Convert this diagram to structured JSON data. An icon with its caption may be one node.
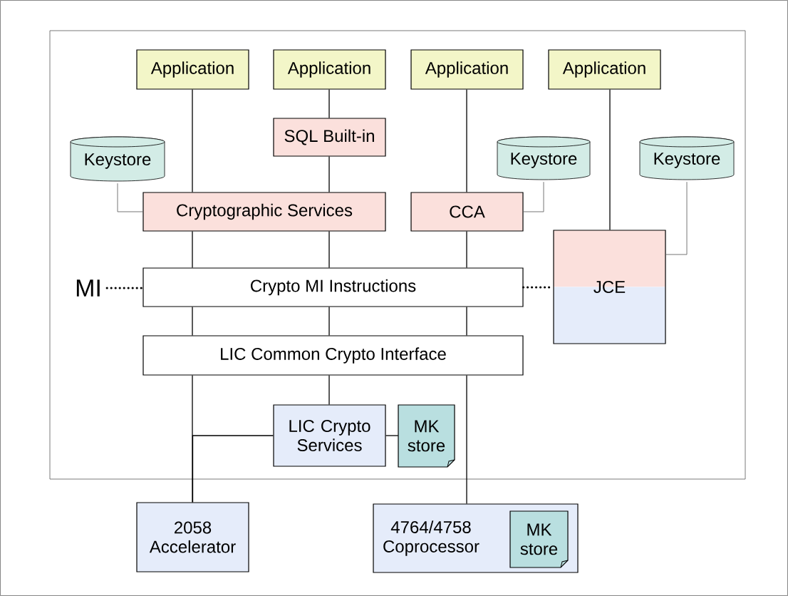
{
  "diagram": {
    "nodes": [
      {
        "text": [
          "Application"
        ]
      },
      {
        "text": [
          "Application"
        ]
      },
      {
        "text": [
          "Application"
        ]
      },
      {
        "text": [
          "Application"
        ]
      },
      {
        "text": [
          "SQL Built-in"
        ]
      },
      {
        "text": [
          "Keystore"
        ]
      },
      {
        "text": [
          "Cryptographic Services"
        ]
      },
      {
        "text": [
          "CCA"
        ]
      },
      {
        "text": [
          "Keystore"
        ]
      },
      {
        "text": [
          "Keystore"
        ]
      },
      {
        "text": [
          "JCE"
        ]
      },
      {
        "text": [
          "MI"
        ]
      },
      {
        "text": [
          "Crypto MI Instructions"
        ]
      },
      {
        "text": [
          "LIC Common Crypto Interface"
        ]
      },
      {
        "text": [
          "LIC Crypto Services"
        ]
      },
      {
        "text": [
          "MK store"
        ]
      },
      {
        "text": [
          "2058 Accelerator"
        ]
      },
      {
        "text": [
          "4764/4758 Coprocessor"
        ]
      },
      {
        "text": [
          "MK store"
        ],
        "in": 17
      }
    ],
    "edges": [
      {
        "from": 0,
        "to": 6,
        "arrow": "none"
      },
      {
        "from": 6,
        "to": 12,
        "arrow": "none"
      },
      {
        "from": 12,
        "to": 13,
        "arrow": "none"
      },
      {
        "from": 13,
        "to": 16,
        "arrow": "none"
      },
      {
        "from": 1,
        "to": 4,
        "arrow": "none"
      },
      {
        "from": 4,
        "to": 6,
        "arrow": "none"
      },
      {
        "from": 6,
        "to": 12,
        "arrow": "none"
      },
      {
        "from": 12,
        "to": 13,
        "arrow": "none"
      },
      {
        "from": 13,
        "to": 14,
        "arrow": "none"
      },
      {
        "from": 2,
        "to": 7,
        "arrow": "none"
      },
      {
        "from": 7,
        "to": 12,
        "arrow": "none"
      },
      {
        "from": 12,
        "to": 13,
        "arrow": "none"
      },
      {
        "from": 13,
        "to": 17,
        "arrow": "none"
      },
      {
        "from": 3,
        "to": 10,
        "arrow": "none"
      },
      {
        "from": 5,
        "to": 6,
        "arrow": "none",
        "color": "#666666"
      },
      {
        "from": 8,
        "to": 7,
        "arrow": "none",
        "color": "#666666"
      },
      {
        "from": 9,
        "to": 10,
        "arrow": "none",
        "color": "#666666"
      },
      {
        "from": 14,
        "to": 16,
        "arrow": "none"
      },
      {
        "from": 14,
        "to": 15,
        "arrow": "none"
      },
      {
        "from": 11,
        "to": 12,
        "arrow": "none",
        "style": "dashed"
      },
      {
        "from": 12,
        "to": 10,
        "arrow": "none",
        "style": "dashed"
      }
    ]
  }
}
